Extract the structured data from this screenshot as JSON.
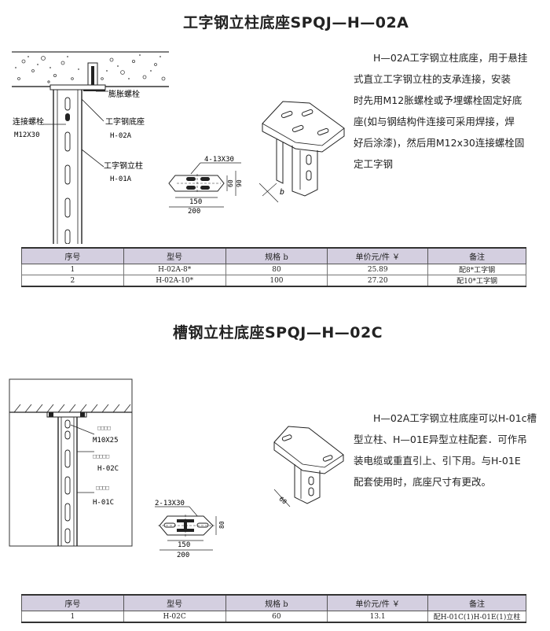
{
  "section1": {
    "title": "工字钢立柱底座SPQJ—H—02A",
    "description_lines": [
      "H—02A工字钢立柱底座，用于悬挂",
      "式直立工字钢立柱的支承连接，安装",
      "时先用M12胀螺栓或予埋螺栓固定好底",
      "座(如与钢结构件连接可采用焊接，焊",
      "好后涂漆)，然后用M12x30连接螺栓固",
      "定工字钢"
    ],
    "drawing_labels": {
      "expansion_bolt": "膨胀螺栓",
      "connecting_bolt": "连接螺栓",
      "connecting_bolt_size": "M12X30",
      "base_name": "工字钢底座",
      "base_code": "H-02A",
      "column_name": "工字钢立柱",
      "column_code": "H-01A",
      "hole_spec": "4-13X30",
      "dim_150": "150",
      "dim_200": "200",
      "dim_60": "60",
      "dim_90": "90",
      "dim_b": "b"
    },
    "table": {
      "headers": [
        "序号",
        "型号",
        "规格 b",
        "单价元/件 ￥",
        "备注"
      ],
      "rows": [
        [
          "1",
          "H-02A-8*",
          "80",
          "25.89",
          "配8*工字钢"
        ],
        [
          "2",
          "H-02A-10*",
          "100",
          "27.20",
          "配10*工字钢"
        ]
      ]
    }
  },
  "section2": {
    "title": "槽钢立柱底座SPQJ—H—02C",
    "description_lines": [
      "H—02A工字钢立柱底座可以H-01c槽",
      "型立柱、H—01E异型立柱配套．可作吊",
      "装电缆或重直引上、引下用。与H-01E",
      "配套使用时，底座尺寸有更改。"
    ],
    "drawing_labels": {
      "bolt_size": "M10X25",
      "base_code": "H-02C",
      "column_code": "H-01C",
      "placeholder_a": "□□□□",
      "placeholder_b": "□□□□□",
      "placeholder_c": "□□□□",
      "hole_spec": "2-13X30",
      "dim_150": "150",
      "dim_200": "200",
      "dim_80": "80",
      "dim_60": "60"
    },
    "table": {
      "headers": [
        "序号",
        "型号",
        "规格 b",
        "单价元/件 ￥",
        "备注"
      ],
      "rows": [
        [
          "1",
          "H-02C",
          "60",
          "13.1",
          "配H-01C(1)H-01E(1)立柱"
        ]
      ]
    }
  }
}
